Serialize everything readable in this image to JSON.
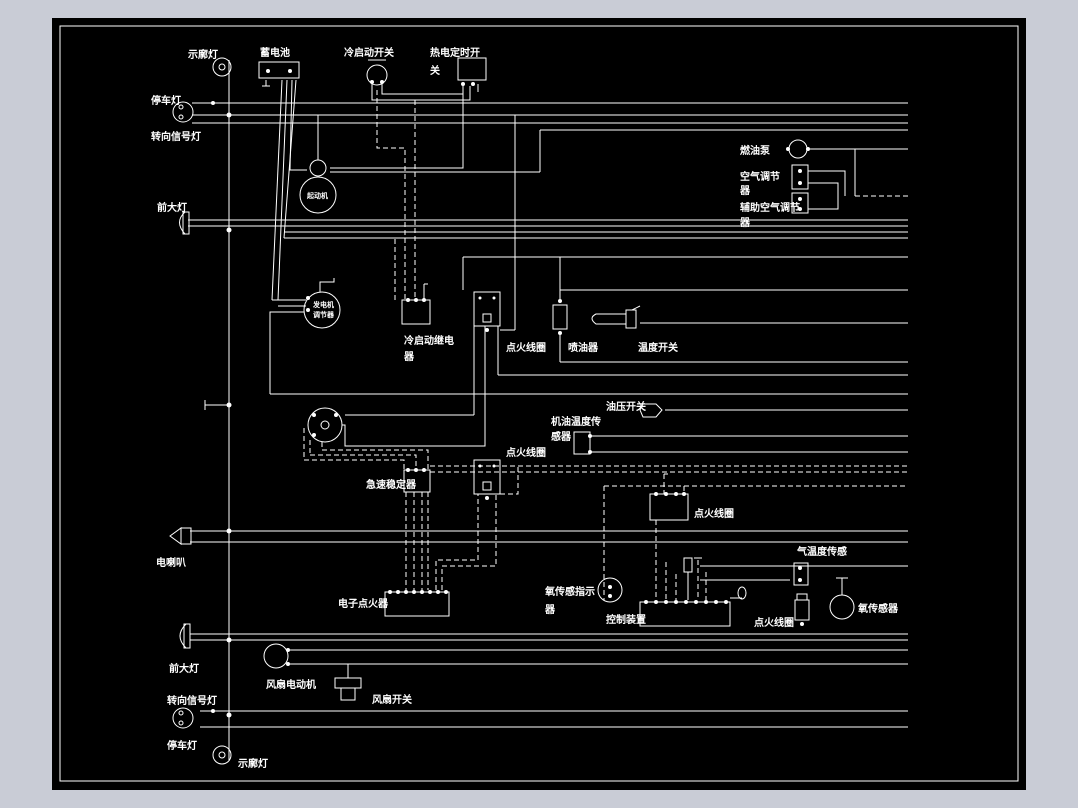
{
  "colors": {
    "background": "#000000",
    "lines": "#ffffff",
    "surround": "#c9ccd6"
  },
  "labels": {
    "license_lamp_top": "示廓灯",
    "battery": "蓄电池",
    "cold_start_switch": "冷启动开关",
    "thermal_timer_switch_1": "热电定时开",
    "thermal_timer_switch_2": "关",
    "stop_lamp_top": "停车灯",
    "turn_signal_top": "转向信号灯",
    "fuel_pump": "燃油泵",
    "air_regulator_1": "空气调节",
    "air_regulator_2": "器",
    "aux_air_valve_1": "辅助空气调节",
    "aux_air_valve_2": "器",
    "headlamp_top": "前大灯",
    "starter_motor": "起动机",
    "generator_regulator_1": "发电机",
    "generator_regulator_2": "调节器",
    "cold_start_relay_1": "冷启动继电",
    "cold_start_relay_2": "器",
    "ignition_coil_1": "点火线圈",
    "injector": "喷油器",
    "temp_switch": "温度开关",
    "oil_pressure_switch": "油压开关",
    "oil_temp_sensor_1": "机油温度传",
    "oil_temp_sensor_2": "感器",
    "ignition_coil_2": "点火线圈",
    "speed_stabilizer": "急速稳定器",
    "ignition_coil_3": "点火线圈",
    "horn": "电喇叭",
    "gas_temp_sensor": "气温度传感",
    "o2_indicator_1": "氧传感指示",
    "o2_indicator_2": "器",
    "electronic_igniter": "电子点火器",
    "o2_sensor": "氧传感器",
    "control_unit": "控制装置",
    "ignition_coil_4": "点火线圈",
    "headlamp_bottom": "前大灯",
    "fan_motor": "风扇电动机",
    "fan_switch": "风扇开关",
    "turn_signal_bottom": "转向信号灯",
    "stop_lamp_bottom": "停车灯",
    "license_lamp_bottom": "示廓灯"
  }
}
